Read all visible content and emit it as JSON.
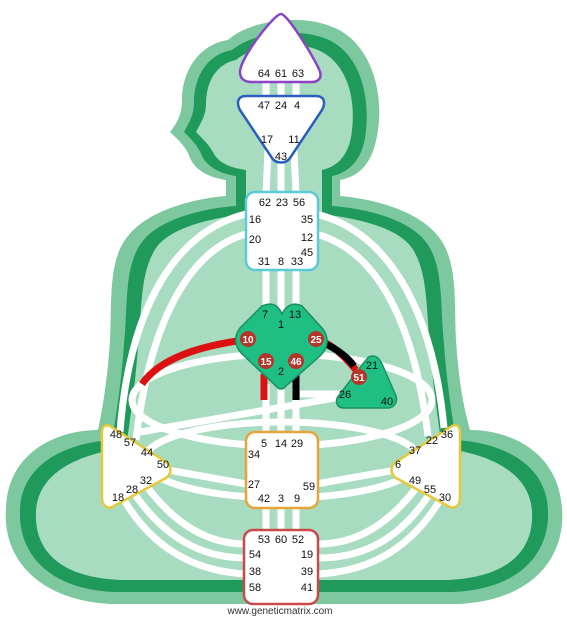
{
  "footer": {
    "text": "www.geneticmatrix.com"
  },
  "colors": {
    "body_outer": "#7ec8a0",
    "body_mid": "#1f9a5b",
    "body_inner": "#a8dcc0",
    "channel": "#ffffff",
    "defined_center": "#1fbf84",
    "active_gate": "#b5352a",
    "channel_red": "#dd1111",
    "channel_black": "#000000",
    "head_border": "#8a44c4",
    "ajna_border": "#2a5fc0",
    "throat_border": "#5ac9d8",
    "sacral_border": "#e6a53a",
    "spleen_border": "#e5c93b",
    "root_border": "#c94a4a"
  },
  "centers": {
    "head": {
      "name": "head-center",
      "gates": [
        "64",
        "61",
        "63"
      ]
    },
    "ajna": {
      "name": "ajna-center",
      "gates": [
        "47",
        "24",
        "4",
        "17",
        "11",
        "43"
      ]
    },
    "throat": {
      "name": "throat-center",
      "gates": [
        "62",
        "23",
        "56",
        "16",
        "35",
        "20",
        "12",
        "45",
        "31",
        "8",
        "33"
      ]
    },
    "g": {
      "name": "g-center",
      "gates": [
        "7",
        "1",
        "13",
        "10",
        "25",
        "15",
        "46",
        "2"
      ]
    },
    "heart": {
      "name": "heart-center",
      "gates": [
        "21",
        "51",
        "26",
        "40"
      ]
    },
    "sacral": {
      "name": "sacral-center",
      "gates": [
        "5",
        "14",
        "29",
        "34",
        "27",
        "42",
        "3",
        "9",
        "59"
      ]
    },
    "spleen": {
      "name": "spleen-center",
      "gates": [
        "48",
        "57",
        "44",
        "50",
        "32",
        "28",
        "18"
      ]
    },
    "solar": {
      "name": "solar-plexus-center",
      "gates": [
        "36",
        "22",
        "37",
        "6",
        "49",
        "55",
        "30"
      ]
    },
    "root": {
      "name": "root-center",
      "gates": [
        "53",
        "60",
        "52",
        "54",
        "19",
        "38",
        "39",
        "58",
        "41"
      ]
    }
  },
  "active_gates": [
    "10",
    "25",
    "15",
    "46",
    "51"
  ]
}
